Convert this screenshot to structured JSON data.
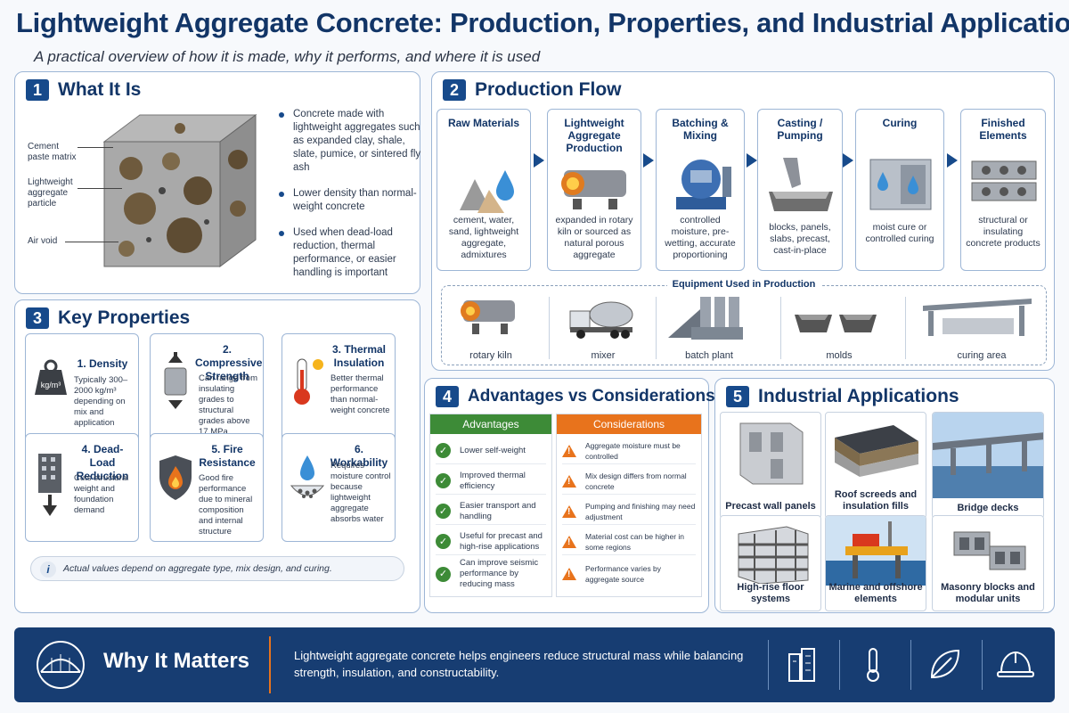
{
  "header": {
    "title": "Lightweight Aggregate Concrete: Production, Properties, and Industrial Applications",
    "subtitle": "A practical overview of how it is made, why it performs, and where it is used"
  },
  "what_it_is": {
    "number": "1",
    "title": "What It Is",
    "callouts": [
      "Cement paste matrix",
      "Lightweight aggregate particle",
      "Air void"
    ],
    "bullets": [
      "Concrete made with lightweight aggregates such as expanded clay, shale, slate, pumice, or sintered fly ash",
      "Lower density than normal-weight concrete",
      "Used when dead-load reduction, thermal performance, or easier handling is important"
    ]
  },
  "production": {
    "number": "2",
    "title": "Production Flow",
    "steps": [
      {
        "title": "Raw Materials",
        "desc": "cement, water, sand, lightweight aggregate, admixtures"
      },
      {
        "title": "Lightweight Aggregate Production",
        "desc": "expanded in rotary kiln or sourced as natural porous aggregate"
      },
      {
        "title": "Batching & Mixing",
        "desc": "controlled moisture, pre-wetting, accurate proportioning"
      },
      {
        "title": "Casting / Pumping",
        "desc": "blocks, panels, slabs, precast, cast-in-place"
      },
      {
        "title": "Curing",
        "desc": "moist cure or controlled curing"
      },
      {
        "title": "Finished Elements",
        "desc": "structural or insulating concrete products"
      }
    ],
    "equipment_title": "Equipment Used in Production",
    "equipment": [
      "rotary kiln",
      "mixer",
      "batch plant",
      "molds",
      "curing area"
    ]
  },
  "properties": {
    "number": "3",
    "title": "Key Properties",
    "items": [
      {
        "title": "1. Density",
        "desc": "Typically 300–2000 kg/m³ depending on mix and application",
        "icon": "kg/m³"
      },
      {
        "title": "2. Compressive Strength",
        "desc": "Can range from insulating grades to structural grades above 17 MPa"
      },
      {
        "title": "3. Thermal Insulation",
        "desc": "Better thermal performance than normal-weight concrete"
      },
      {
        "title": "4. Dead-Load Reduction",
        "desc": "Cuts structural weight and foundation demand"
      },
      {
        "title": "5. Fire Resistance",
        "desc": "Good fire performance due to mineral composition and internal structure"
      },
      {
        "title": "6. Workability",
        "desc": "Requires moisture control because lightweight aggregate absorbs water"
      }
    ],
    "note": "Actual values depend on aggregate type, mix design, and curing."
  },
  "advantages": {
    "number": "4",
    "title": "Advantages vs Considerations",
    "adv_header": "Advantages",
    "con_header": "Considerations",
    "advantages": [
      "Lower self-weight",
      "Improved thermal efficiency",
      "Easier transport and handling",
      "Useful for precast and high-rise applications",
      "Can improve seismic performance by reducing mass"
    ],
    "considerations": [
      "Aggregate moisture must be controlled",
      "Mix design differs from normal concrete",
      "Pumping and finishing may need adjustment",
      "Material cost can be higher in some regions",
      "Performance varies by aggregate source"
    ]
  },
  "applications": {
    "number": "5",
    "title": "Industrial Applications",
    "items": [
      "Precast wall panels",
      "Roof screeds and insulation fills",
      "Bridge decks",
      "High-rise floor systems",
      "Marine and offshore elements",
      "Masonry blocks and modular units"
    ]
  },
  "footer": {
    "title": "Why It Matters",
    "text": "Lightweight aggregate concrete helps engineers reduce structural mass while balancing strength, insulation, and constructability."
  },
  "colors": {
    "navy": "#173d72",
    "accent": "#174a8b",
    "green": "#3d8b37",
    "orange": "#e8731c"
  }
}
